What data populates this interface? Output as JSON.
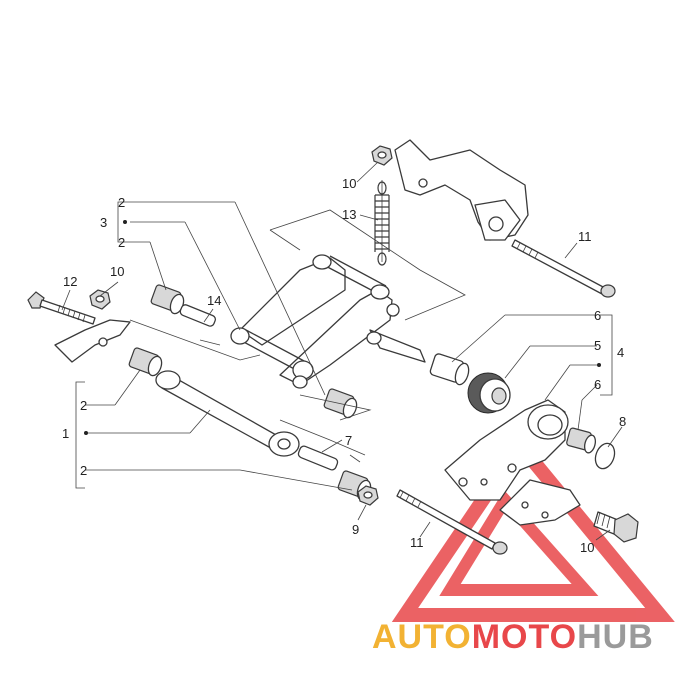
{
  "diagram": {
    "callouts": {
      "c1": "1",
      "c2a": "2",
      "c2b": "2",
      "c2c": "2",
      "c2d": "2",
      "c3": "3",
      "c4": "4",
      "c5": "5",
      "c6a": "6",
      "c6b": "6",
      "c7": "7",
      "c8": "8",
      "c9": "9",
      "c10a": "10",
      "c10b": "10",
      "c10c": "10",
      "c11a": "11",
      "c11b": "11",
      "c12": "12",
      "c13": "13",
      "c14": "14"
    }
  },
  "watermark": {
    "word_part1": "AUTO",
    "word_part2": "MOTO",
    "word_part3": "HUB",
    "color_red": "#e8474a",
    "color_orange": "#f2b233",
    "color_grey": "#9a9a9a"
  }
}
